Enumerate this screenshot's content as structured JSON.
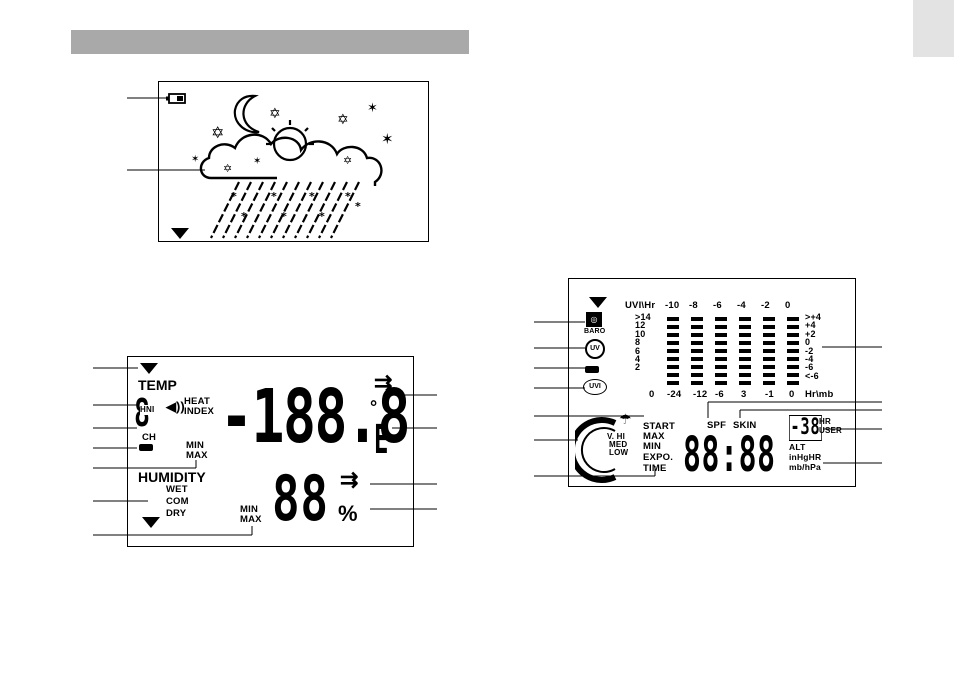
{
  "page": {
    "section_bar_color": "#a9a9a9",
    "tab_color": "#e3e3e3"
  },
  "forecast_panel": {
    "icons": [
      "battery-icon",
      "moon-icon",
      "sun-icon",
      "cloud-icon",
      "rain-icon",
      "snowflake-icon",
      "star-icon",
      "down-arrow-icon"
    ]
  },
  "temp_panel": {
    "temp_label": "TEMP",
    "heat_index_line1": "HEAT",
    "heat_index_line2": "INDEX",
    "channel_label": "CH",
    "min_label": "MIN",
    "max_label": "MAX",
    "humidity_label": "HUMIDITY",
    "wet_label": "WET",
    "com_label": "COM",
    "dry_label": "DRY",
    "min2_label": "MIN",
    "max2_label": "MAX",
    "temp_digits": "-188.8",
    "unit_digit": "E",
    "channel_digit": "8",
    "hni_label": "HNI",
    "humidity_digits": "88",
    "percent": "%",
    "degree": "°"
  },
  "uv_panel": {
    "header_label": "UVI\\Hr",
    "hours": [
      "-10",
      "-8",
      "-6",
      "-4",
      "-2",
      "0"
    ],
    "y_labels": [
      ">14",
      "12",
      "10",
      "8",
      "6",
      "4",
      "2"
    ],
    "right_labels": [
      ">+4",
      "+4",
      "+2",
      "0",
      "-2",
      "-4",
      "-6",
      "<-6"
    ],
    "bottom_labels": [
      "0",
      "-24",
      "-12",
      "-6",
      "3",
      "-1",
      "0",
      "Hr\\mb"
    ],
    "baro_label": "BARO",
    "uv_label": "UV",
    "uvi_label": "UVI",
    "start_label": "START",
    "max_label": "MAX",
    "min_label": "MIN",
    "expo_label": "EXPO.",
    "time_label": "TIME",
    "vhi_label": "V. HI",
    "med_label": "MED",
    "low_label": "LOW",
    "spf_label": "SPF",
    "skin_label": "SKIN",
    "main_digits": "88:88",
    "small_digits": "-38",
    "hr_label": "HR",
    "user_label": "USER",
    "alt_label": "ALT",
    "inhghr_label": "inHgHR",
    "mbhpa_label": "mb/hPa"
  }
}
